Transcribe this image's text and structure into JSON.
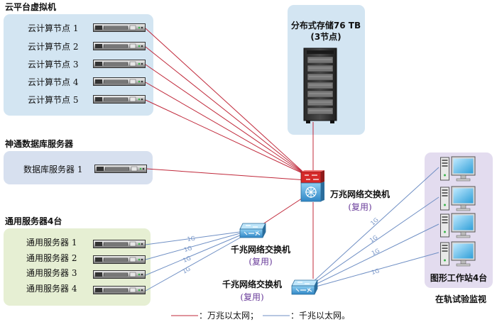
{
  "groups": {
    "cloud": {
      "title": "云平台虚拟机",
      "fill": "#d3e5f2",
      "nodes": [
        "云计算节点 1",
        "云计算节点 2",
        "云计算节点 3",
        "云计算节点 4",
        "云计算节点 5"
      ]
    },
    "database": {
      "title": "神通数据库服务器",
      "fill": "#d7e0ef",
      "nodes": [
        "数据库服务器 1"
      ]
    },
    "general": {
      "title": "通用服务器4台",
      "fill": "#e6efd3",
      "nodes": [
        "通用服务器 1",
        "通用服务器 2",
        "通用服务器 3",
        "通用服务器 4"
      ]
    },
    "storage": {
      "title_line1": "分布式存储76 TB",
      "title_line2": "(3节点)",
      "fill": "#d3e5f2"
    },
    "workstations": {
      "title": "图形工作站4台",
      "caption": "在轨试验监视",
      "fill": "#e3dcef"
    }
  },
  "switches": {
    "core": {
      "label": "万兆网络交换机",
      "sub": "(复用)"
    },
    "gig1": {
      "label": "千兆网络交换机",
      "sub": "(复用)"
    },
    "gig2": {
      "label": "千兆网络交换机",
      "sub": "(复用)"
    }
  },
  "link_label": "1G",
  "legend": {
    "red_text": "：万兆以太网；",
    "blue_text": "：千兆以太网。"
  },
  "colors": {
    "ten_gig": "#c0283a",
    "one_gig": "#6f8fc4"
  }
}
